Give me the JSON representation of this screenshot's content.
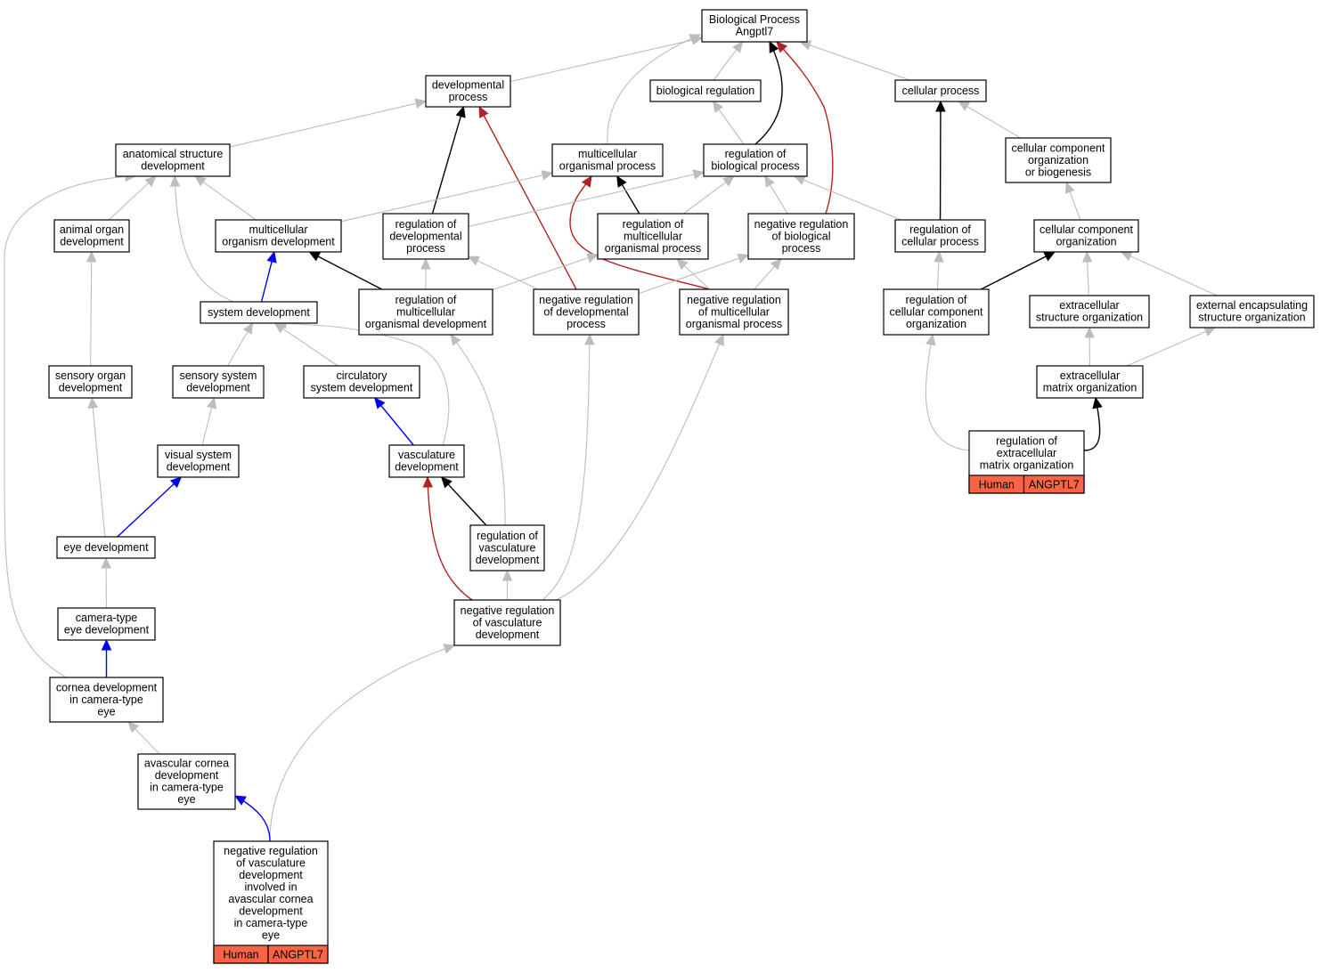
{
  "colors": {
    "edge_grey": "#bdbdbd",
    "edge_black": "#000000",
    "edge_red": "#b22222",
    "edge_blue": "#0000ee",
    "annotation_fill": "#fa6446"
  },
  "nodes": [
    {
      "id": "bp",
      "lines": [
        "Biological Process",
        "Angptl7"
      ]
    },
    {
      "id": "dev_process",
      "lines": [
        "developmental",
        "process"
      ]
    },
    {
      "id": "bio_reg",
      "lines": [
        "biological regulation"
      ]
    },
    {
      "id": "cell_process",
      "lines": [
        "cellular process"
      ]
    },
    {
      "id": "anat_struct_dev",
      "lines": [
        "anatomical structure",
        "development"
      ]
    },
    {
      "id": "multicell_org_process",
      "lines": [
        "multicellular",
        "organismal process"
      ]
    },
    {
      "id": "reg_bio_process",
      "lines": [
        "regulation of",
        "biological process"
      ]
    },
    {
      "id": "cell_comp_org_biogen",
      "lines": [
        "cellular component",
        "organization",
        "or biogenesis"
      ]
    },
    {
      "id": "animal_organ_dev",
      "lines": [
        "animal organ",
        "development"
      ]
    },
    {
      "id": "multicell_organism_dev",
      "lines": [
        "multicellular",
        "organism development"
      ]
    },
    {
      "id": "reg_dev_process",
      "lines": [
        "regulation of",
        "developmental",
        "process"
      ]
    },
    {
      "id": "reg_multicell_org_process",
      "lines": [
        "regulation of",
        "multicellular",
        "organismal process"
      ]
    },
    {
      "id": "neg_reg_bio_process",
      "lines": [
        "negative regulation",
        "of biological",
        "process"
      ]
    },
    {
      "id": "reg_cell_process",
      "lines": [
        "regulation of",
        "cellular process"
      ]
    },
    {
      "id": "cell_comp_org",
      "lines": [
        "cellular component",
        "organization"
      ]
    },
    {
      "id": "system_dev",
      "lines": [
        "system development"
      ]
    },
    {
      "id": "reg_multicell_org_dev",
      "lines": [
        "regulation of",
        "multicellular",
        "organismal development"
      ]
    },
    {
      "id": "neg_reg_dev_process",
      "lines": [
        "negative regulation",
        "of developmental",
        "process"
      ]
    },
    {
      "id": "neg_reg_multicell_org_process",
      "lines": [
        "negative regulation",
        "of multicellular",
        "organismal process"
      ]
    },
    {
      "id": "reg_cell_comp_org",
      "lines": [
        "regulation of",
        "cellular component",
        "organization"
      ]
    },
    {
      "id": "extracell_struct_org",
      "lines": [
        "extracellular",
        "structure organization"
      ]
    },
    {
      "id": "ext_encaps_struct_org",
      "lines": [
        "external encapsulating",
        "structure organization"
      ]
    },
    {
      "id": "sensory_organ_dev",
      "lines": [
        "sensory organ",
        "development"
      ]
    },
    {
      "id": "sensory_system_dev",
      "lines": [
        "sensory system",
        "development"
      ]
    },
    {
      "id": "circ_system_dev",
      "lines": [
        "circulatory",
        "system development"
      ]
    },
    {
      "id": "extracell_matrix_org",
      "lines": [
        "extracellular",
        "matrix organization"
      ]
    },
    {
      "id": "visual_system_dev",
      "lines": [
        "visual system",
        "development"
      ]
    },
    {
      "id": "vasculature_dev",
      "lines": [
        "vasculature",
        "development"
      ]
    },
    {
      "id": "reg_extracell_matrix_org",
      "lines": [
        "regulation of",
        "extracellular",
        "matrix organization"
      ],
      "annotation": [
        "Human",
        "ANGPTL7"
      ]
    },
    {
      "id": "eye_dev",
      "lines": [
        "eye development"
      ]
    },
    {
      "id": "reg_vasculature_dev",
      "lines": [
        "regulation of",
        "vasculature",
        "development"
      ]
    },
    {
      "id": "camera_eye_dev",
      "lines": [
        "camera-type",
        "eye development"
      ]
    },
    {
      "id": "neg_reg_vasculature_dev",
      "lines": [
        "negative regulation",
        "of vasculature",
        "development"
      ]
    },
    {
      "id": "cornea_dev",
      "lines": [
        "cornea development",
        "in camera-type",
        "eye"
      ]
    },
    {
      "id": "avasc_cornea_dev",
      "lines": [
        "avascular cornea",
        "development",
        "in camera-type",
        "eye"
      ]
    },
    {
      "id": "neg_reg_vasc_avasc_cornea",
      "lines": [
        "negative regulation",
        "of vasculature",
        "development",
        "involved in",
        "avascular cornea",
        "development",
        "in camera-type",
        "eye"
      ],
      "annotation": [
        "Human",
        "ANGPTL7"
      ]
    }
  ],
  "edges": [
    {
      "from": "dev_process",
      "to": "bp",
      "type": "grey"
    },
    {
      "from": "bio_reg",
      "to": "bp",
      "type": "grey"
    },
    {
      "from": "cell_process",
      "to": "bp",
      "type": "grey"
    },
    {
      "from": "multicell_org_process",
      "to": "bp",
      "type": "grey"
    },
    {
      "from": "reg_bio_process",
      "to": "bp",
      "type": "black"
    },
    {
      "from": "neg_reg_bio_process",
      "to": "bp",
      "type": "red"
    },
    {
      "from": "anat_struct_dev",
      "to": "dev_process",
      "type": "grey"
    },
    {
      "from": "reg_dev_process",
      "to": "dev_process",
      "type": "black"
    },
    {
      "from": "neg_reg_dev_process",
      "to": "dev_process",
      "type": "red"
    },
    {
      "from": "reg_bio_process",
      "to": "bio_reg",
      "type": "grey"
    },
    {
      "from": "reg_cell_process",
      "to": "cell_process",
      "type": "black"
    },
    {
      "from": "cell_comp_org_biogen",
      "to": "cell_process",
      "type": "grey"
    },
    {
      "from": "animal_organ_dev",
      "to": "anat_struct_dev",
      "type": "grey"
    },
    {
      "from": "multicell_organism_dev",
      "to": "anat_struct_dev",
      "type": "grey"
    },
    {
      "from": "system_dev",
      "to": "anat_struct_dev",
      "type": "grey"
    },
    {
      "from": "cornea_dev",
      "to": "anat_struct_dev",
      "type": "grey"
    },
    {
      "from": "multicell_organism_dev",
      "to": "multicell_org_process",
      "type": "grey"
    },
    {
      "from": "reg_multicell_org_process",
      "to": "multicell_org_process",
      "type": "black"
    },
    {
      "from": "neg_reg_multicell_org_process",
      "to": "multicell_org_process",
      "type": "red"
    },
    {
      "from": "reg_dev_process",
      "to": "reg_bio_process",
      "type": "grey"
    },
    {
      "from": "reg_multicell_org_process",
      "to": "reg_bio_process",
      "type": "grey"
    },
    {
      "from": "neg_reg_bio_process",
      "to": "reg_bio_process",
      "type": "grey"
    },
    {
      "from": "reg_cell_process",
      "to": "reg_bio_process",
      "type": "grey"
    },
    {
      "from": "cell_comp_org",
      "to": "cell_comp_org_biogen",
      "type": "grey"
    },
    {
      "from": "sensory_organ_dev",
      "to": "animal_organ_dev",
      "type": "grey"
    },
    {
      "from": "system_dev",
      "to": "multicell_organism_dev",
      "type": "blue"
    },
    {
      "from": "reg_multicell_org_dev",
      "to": "multicell_organism_dev",
      "type": "black"
    },
    {
      "from": "reg_multicell_org_dev",
      "to": "reg_dev_process",
      "type": "grey"
    },
    {
      "from": "neg_reg_dev_process",
      "to": "reg_dev_process",
      "type": "grey"
    },
    {
      "from": "reg_multicell_org_dev",
      "to": "reg_multicell_org_process",
      "type": "grey"
    },
    {
      "from": "neg_reg_multicell_org_process",
      "to": "reg_multicell_org_process",
      "type": "grey"
    },
    {
      "from": "neg_reg_dev_process",
      "to": "neg_reg_bio_process",
      "type": "grey"
    },
    {
      "from": "neg_reg_multicell_org_process",
      "to": "neg_reg_bio_process",
      "type": "grey"
    },
    {
      "from": "reg_cell_comp_org",
      "to": "reg_cell_process",
      "type": "grey"
    },
    {
      "from": "reg_cell_comp_org",
      "to": "cell_comp_org",
      "type": "black"
    },
    {
      "from": "extracell_struct_org",
      "to": "cell_comp_org",
      "type": "grey"
    },
    {
      "from": "ext_encaps_struct_org",
      "to": "cell_comp_org",
      "type": "grey"
    },
    {
      "from": "sensory_system_dev",
      "to": "system_dev",
      "type": "grey"
    },
    {
      "from": "circ_system_dev",
      "to": "system_dev",
      "type": "grey"
    },
    {
      "from": "vasculature_dev",
      "to": "system_dev",
      "type": "grey"
    },
    {
      "from": "reg_vasculature_dev",
      "to": "reg_multicell_org_dev",
      "type": "grey"
    },
    {
      "from": "neg_reg_vasculature_dev",
      "to": "neg_reg_dev_process",
      "type": "grey"
    },
    {
      "from": "neg_reg_vasculature_dev",
      "to": "neg_reg_multicell_org_process",
      "type": "grey"
    },
    {
      "from": "reg_extracell_matrix_org",
      "to": "reg_cell_comp_org",
      "type": "grey"
    },
    {
      "from": "extracell_matrix_org",
      "to": "extracell_struct_org",
      "type": "grey"
    },
    {
      "from": "extracell_matrix_org",
      "to": "ext_encaps_struct_org",
      "type": "grey"
    },
    {
      "from": "eye_dev",
      "to": "sensory_organ_dev",
      "type": "grey"
    },
    {
      "from": "visual_system_dev",
      "to": "sensory_system_dev",
      "type": "grey"
    },
    {
      "from": "vasculature_dev",
      "to": "circ_system_dev",
      "type": "blue"
    },
    {
      "from": "reg_extracell_matrix_org",
      "to": "extracell_matrix_org",
      "type": "black"
    },
    {
      "from": "eye_dev",
      "to": "visual_system_dev",
      "type": "blue"
    },
    {
      "from": "reg_vasculature_dev",
      "to": "vasculature_dev",
      "type": "black"
    },
    {
      "from": "neg_reg_vasculature_dev",
      "to": "vasculature_dev",
      "type": "red"
    },
    {
      "from": "camera_eye_dev",
      "to": "eye_dev",
      "type": "grey"
    },
    {
      "from": "neg_reg_vasculature_dev",
      "to": "reg_vasculature_dev",
      "type": "grey"
    },
    {
      "from": "cornea_dev",
      "to": "camera_eye_dev",
      "type": "blue"
    },
    {
      "from": "neg_reg_vasc_avasc_cornea",
      "to": "neg_reg_vasculature_dev",
      "type": "grey"
    },
    {
      "from": "avasc_cornea_dev",
      "to": "cornea_dev",
      "type": "grey"
    },
    {
      "from": "neg_reg_vasc_avasc_cornea",
      "to": "avasc_cornea_dev",
      "type": "blue"
    }
  ]
}
